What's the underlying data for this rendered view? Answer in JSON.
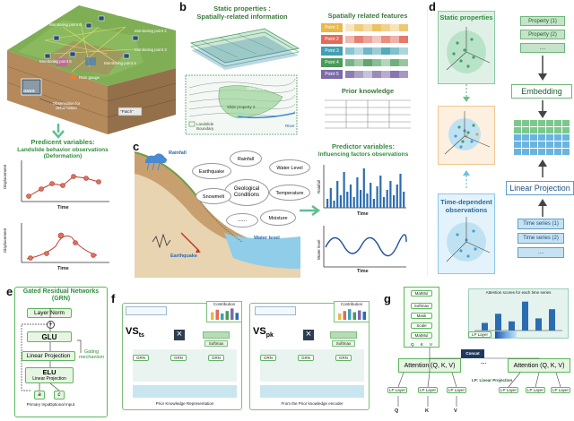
{
  "panel_labels": {
    "a": "a",
    "b": "b",
    "c": "c",
    "d": "d",
    "e": "e",
    "f": "f",
    "g": "g"
  },
  "panel_a": {
    "monitoring_points": [
      "Monitoring point 7",
      "Monitoring point 6",
      "Monitoring point 1",
      "Monitoring point 2",
      "Monitoring point 3",
      "Monitoring point 4",
      "Monitoring point 5"
    ],
    "rain_gauge": "Rain gauge",
    "gnss": "GNSS",
    "observation_label": "Observation for deformation",
    "patch_label": "\"Patch\""
  },
  "predicted": {
    "title": "Predicent variables:",
    "subtitle": "Landslide behavior observations (Deformation)",
    "ylabel": "Displacement",
    "xlabel": "Time"
  },
  "panel_b": {
    "static_title": "Static properties :",
    "static_subtitle": "Spatially-related  information",
    "slope_units": [
      "Slide property 1",
      "Slide property 2"
    ],
    "landslide_boundary": "Landslide Boundary",
    "river": "River",
    "spatial_title": "Spatially related features",
    "points": [
      "Point 1",
      "Point 2",
      "Point 3",
      "Point 4",
      "Point 5"
    ],
    "point_colors": [
      "#e8b84a",
      "#e06b5a",
      "#3f9fb3",
      "#4a9a5a",
      "#7d6aa8"
    ],
    "prior_knowledge": "Prior knowledge"
  },
  "panel_c": {
    "rainfall": "Rainfall",
    "earthquake": "Earthquake",
    "water_level_label": "Water level",
    "center": "Geological Conditions",
    "factors": [
      "Rainfall",
      "Water Level",
      "Temperature",
      "Moisture",
      "......",
      "Snowmelt",
      "Earthquake"
    ],
    "predictor_title": "Predictor variables:",
    "predictor_subtitle": "Influencing factors observations",
    "rain_ylabel": "Rainfall",
    "water_ylabel": "Water level",
    "xlabel": "Time"
  },
  "panel_d": {
    "static_properties": "Static properties",
    "time_dependent": "Time-dependent observations",
    "properties": [
      "Property (1)",
      "Property (2)",
      "...."
    ],
    "embedding": "Embedding",
    "linear_projection": "Linear Projection",
    "time_series": [
      "Time series (1)",
      "Time series (2)",
      "...."
    ]
  },
  "panel_e": {
    "title": "Gated Residual Networks (GRN)",
    "layer_norm": "Layer Norm",
    "glu": "GLU",
    "linear_projection": "Linear Projection",
    "elu": "ELU",
    "elu_sub": "Linear Projection",
    "gating": "Gating mechanism",
    "inputs": [
      "a",
      "c"
    ],
    "input_labels": [
      "Primary Input",
      "Optional Input"
    ]
  },
  "panel_f": {
    "vs_ts": "VS",
    "vs_ts_sub": "ts",
    "vs_pk": "VS",
    "vs_pk_sub": "pk",
    "contribution": "Contribution",
    "softmax": "Softmax",
    "grn": "GRN",
    "left_caption": "Prior Knowledge Representation",
    "right_caption": "From the Prior knowledge encoder",
    "left_bar_values": [
      0.6,
      0.8,
      0.5,
      0.7,
      0.9,
      0.55
    ],
    "right_bar_values": [
      0.5,
      0.7,
      0.85,
      0.6,
      0.75,
      0.65
    ]
  },
  "panel_g": {
    "matmul": "MatMul",
    "softmax": "Softmax",
    "mask": "Mask",
    "scale": "Scale",
    "matmul2": "MatMul",
    "qkv": [
      "Q",
      "K",
      "V"
    ],
    "attention_title": "Attention scores for each time series",
    "attention_values": [
      0.25,
      0.55,
      0.3,
      0.95,
      0.4,
      0.7
    ],
    "lp_layer": "LP Layer",
    "concat": "Concat",
    "attention": "Attention (Q, K, V)",
    "ellipsis": "....",
    "lp_note": "LP: Linear Projection",
    "bottom": [
      "Q",
      "K",
      "V"
    ]
  }
}
